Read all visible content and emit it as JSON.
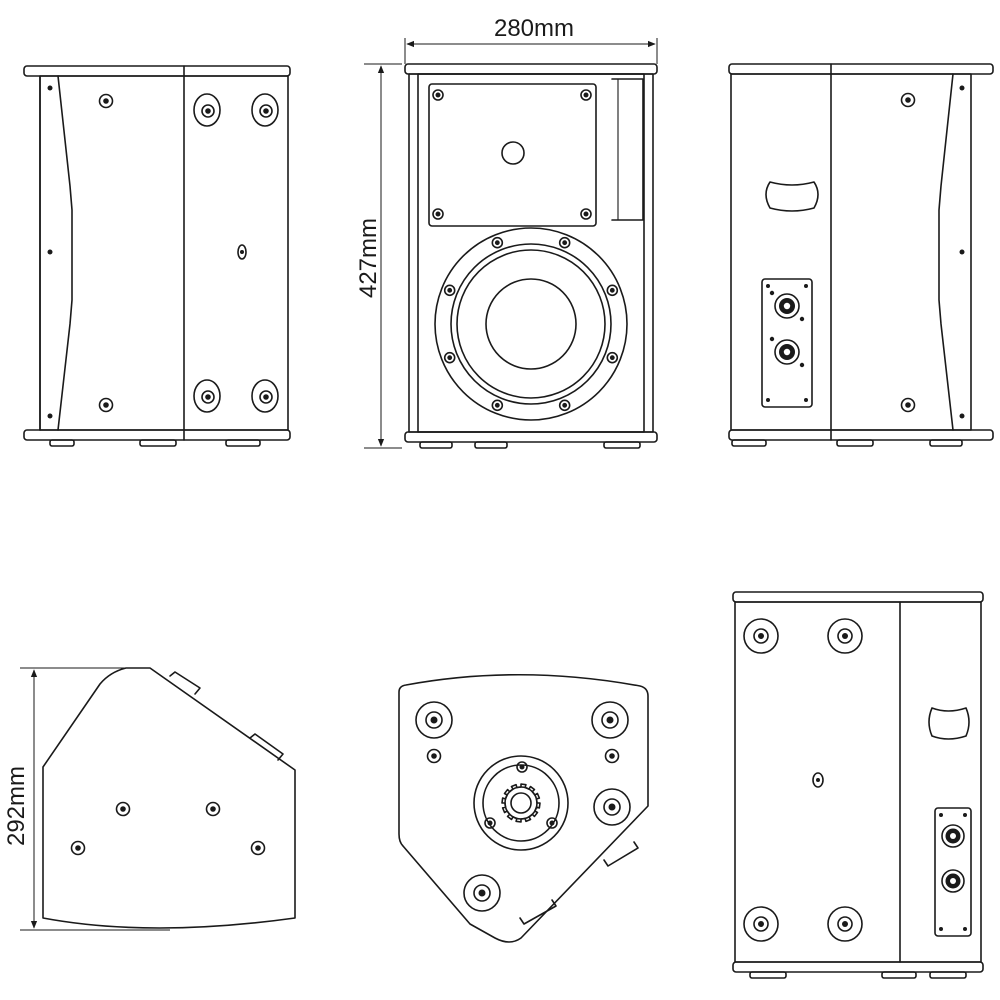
{
  "dimensions": {
    "width_label": "280mm",
    "height_label": "427mm",
    "depth_label": "292mm"
  }
}
